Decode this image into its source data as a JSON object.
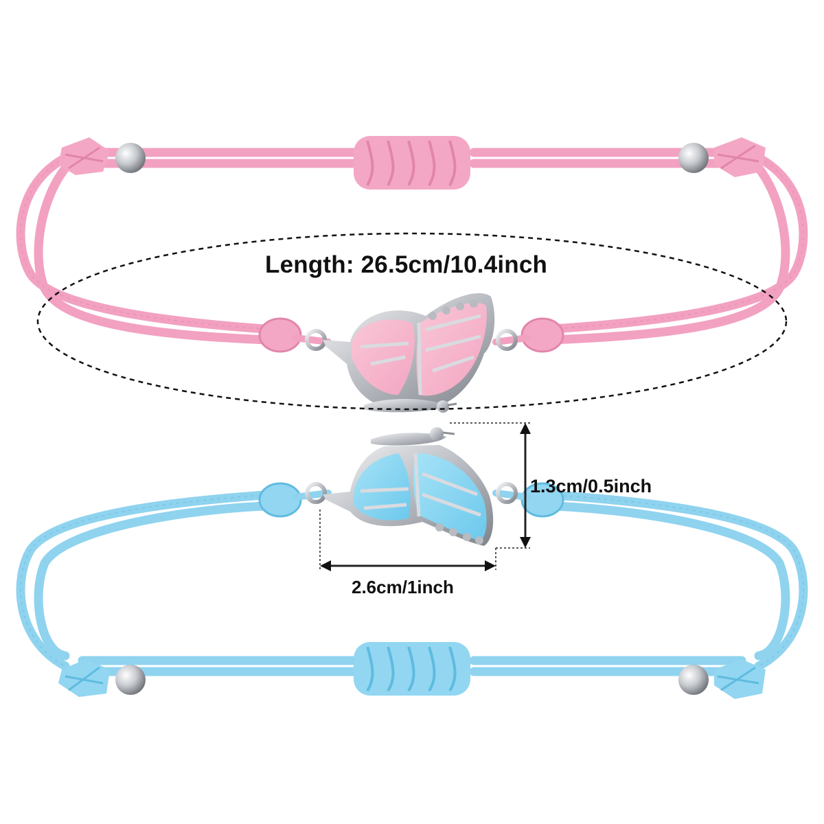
{
  "product": {
    "background_color": "#ffffff",
    "pink_cord_color": "#f2a1c1",
    "blue_cord_color": "#8fd3ef",
    "metal_color": "#c9ccd1"
  },
  "bracelets": [
    {
      "color_name": "pink",
      "charm": "butterfly-charm-pink"
    },
    {
      "color_name": "blue",
      "charm": "butterfly-charm-blue"
    }
  ],
  "dimensions": {
    "length": "Length: 26.5cm/10.4inch",
    "height": "1.3cm/0.5inch",
    "width": "2.6cm/1inch"
  }
}
